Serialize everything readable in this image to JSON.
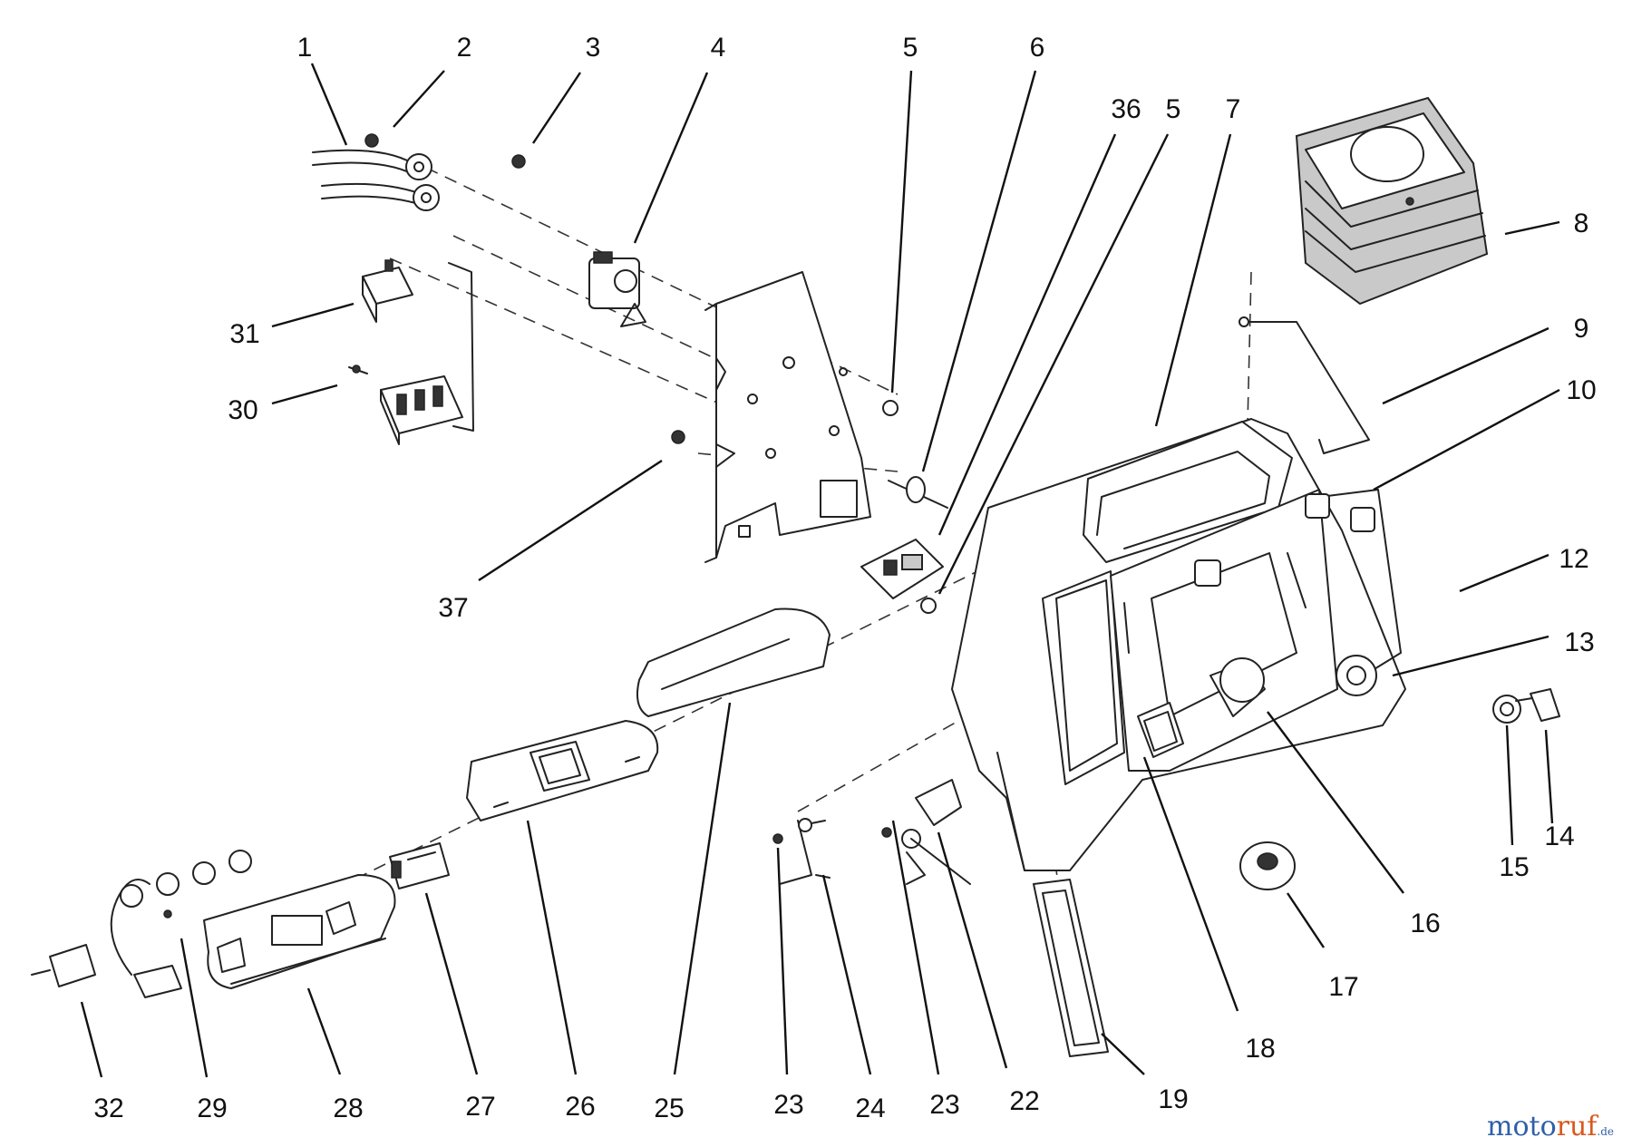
{
  "callouts": [
    {
      "id": "c1",
      "label": "1"
    },
    {
      "id": "c2",
      "label": "2"
    },
    {
      "id": "c3",
      "label": "3"
    },
    {
      "id": "c4",
      "label": "4"
    },
    {
      "id": "c5a",
      "label": "5"
    },
    {
      "id": "c6",
      "label": "6"
    },
    {
      "id": "c36",
      "label": "36"
    },
    {
      "id": "c5b",
      "label": "5"
    },
    {
      "id": "c7",
      "label": "7"
    },
    {
      "id": "c8",
      "label": "8"
    },
    {
      "id": "c9",
      "label": "9"
    },
    {
      "id": "c10",
      "label": "10"
    },
    {
      "id": "c12",
      "label": "12"
    },
    {
      "id": "c13",
      "label": "13"
    },
    {
      "id": "c14",
      "label": "14"
    },
    {
      "id": "c15",
      "label": "15"
    },
    {
      "id": "c16",
      "label": "16"
    },
    {
      "id": "c17",
      "label": "17"
    },
    {
      "id": "c18",
      "label": "18"
    },
    {
      "id": "c19",
      "label": "19"
    },
    {
      "id": "c22",
      "label": "22"
    },
    {
      "id": "c23a",
      "label": "23"
    },
    {
      "id": "c23b",
      "label": "23"
    },
    {
      "id": "c24",
      "label": "24"
    },
    {
      "id": "c25",
      "label": "25"
    },
    {
      "id": "c26",
      "label": "26"
    },
    {
      "id": "c27",
      "label": "27"
    },
    {
      "id": "c28",
      "label": "28"
    },
    {
      "id": "c29",
      "label": "29"
    },
    {
      "id": "c30",
      "label": "30"
    },
    {
      "id": "c31",
      "label": "31"
    },
    {
      "id": "c32",
      "label": "32"
    },
    {
      "id": "c37",
      "label": "37"
    }
  ],
  "watermark": {
    "part1": "moto",
    "part2": "ruf",
    "suffix": ".de"
  },
  "colors": {
    "ink": "#222222",
    "watermark_blue": "#2f5fa8",
    "watermark_orange": "#d8591e"
  }
}
